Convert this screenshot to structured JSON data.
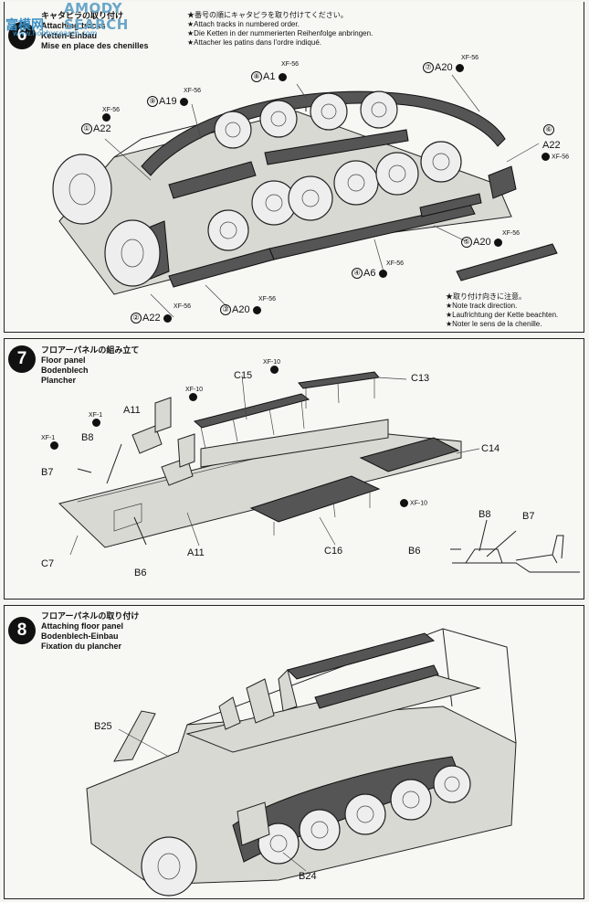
{
  "watermark": {
    "site": "AMODY SEARCH",
    "cn": "富模网",
    "url": "www.hobbysearch.com"
  },
  "step6": {
    "number": "6",
    "title_ja": "キャタピラの取り付け",
    "title_en": "Attaching tracks",
    "title_de": "Ketten-Einbau",
    "title_fr": "Mise en place des chenilles",
    "note_top": [
      "★番号の順にキャタピラを取り付けてください。",
      "★Attach tracks in numbered order.",
      "★Die Ketten in der nummerierten Reihenfolge anbringen.",
      "★Attacher les patins dans l'ordre indiqué."
    ],
    "note_bottom": [
      "★取り付け向きに注意。",
      "★Note track direction.",
      "★Laufrichtung der Kette beachten.",
      "★Noter le sens de la chenille."
    ],
    "callouts": [
      {
        "num": "①",
        "part": "A22",
        "paint": "XF-56"
      },
      {
        "num": "②",
        "part": "A22",
        "paint": "XF-56"
      },
      {
        "num": "③",
        "part": "A20",
        "paint": "XF-56"
      },
      {
        "num": "④",
        "part": "A6",
        "paint": "XF-56"
      },
      {
        "num": "⑤",
        "part": "A20",
        "paint": "XF-56"
      },
      {
        "num": "⑥",
        "part": "A22",
        "paint": "XF-56"
      },
      {
        "num": "⑦",
        "part": "A20",
        "paint": "XF-56"
      },
      {
        "num": "⑧",
        "part": "A1",
        "paint": "XF-56"
      },
      {
        "num": "⑨",
        "part": "A19",
        "paint": "XF-56"
      }
    ]
  },
  "step7": {
    "number": "7",
    "title_ja": "フロアーパネルの組み立て",
    "title_en": "Floor panel",
    "title_de": "Bodenblech",
    "title_fr": "Plancher",
    "labels": {
      "c15": "C15",
      "c13": "C13",
      "c14": "C14",
      "c16": "C16",
      "c7": "C7",
      "a11_top": "A11",
      "a11_bottom": "A11",
      "b8": "B8",
      "b7": "B7",
      "b6": "B6",
      "detail_b8": "B8",
      "detail_b7": "B7",
      "detail_b6": "B6"
    },
    "paints": {
      "xf10_a": "XF-10",
      "xf10_b": "XF-10",
      "xf10_c": "XF-10",
      "xf1_a": "XF-1",
      "xf1_b": "XF-1"
    }
  },
  "step8": {
    "number": "8",
    "title_ja": "フロアーパネルの取り付け",
    "title_en": "Attaching floor panel",
    "title_de": "Bodenblech-Einbau",
    "title_fr": "Fixation du plancher",
    "labels": {
      "b25": "B25",
      "b24": "B24"
    }
  }
}
